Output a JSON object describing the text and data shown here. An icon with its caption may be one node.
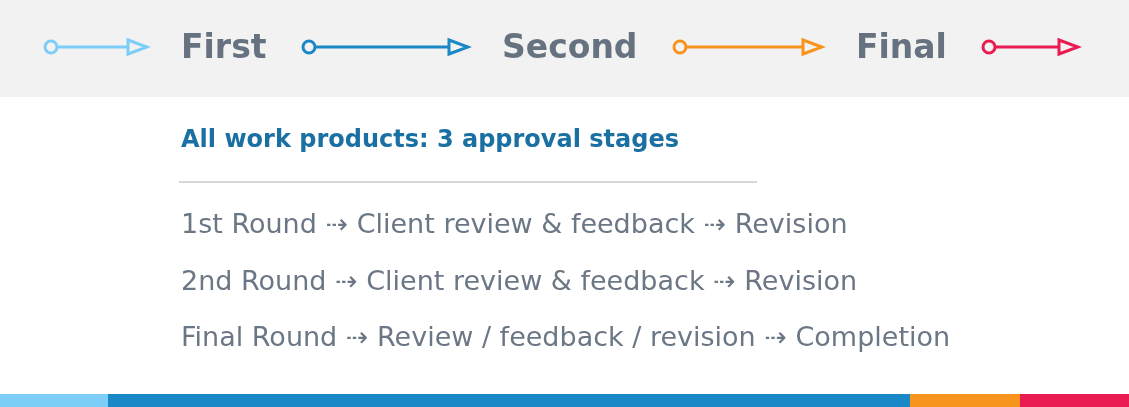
{
  "diagram": {
    "title": "All work products: 3 approval stages",
    "nodes": [
      {
        "text": [
          "First"
        ]
      },
      {
        "text": [
          "Second"
        ]
      },
      {
        "text": [
          "Final"
        ]
      }
    ],
    "edges": [
      {
        "from": null,
        "to": 0,
        "arrow": "to",
        "color": "#7ccdf7"
      },
      {
        "from": 0,
        "to": 1,
        "arrow": "to",
        "color": "#1a87c6"
      },
      {
        "from": 1,
        "to": 2,
        "arrow": "to",
        "color": "#f7941d"
      },
      {
        "from": 2,
        "to": null,
        "arrow": "to",
        "color": "#ea1b52"
      }
    ],
    "labels": [
      "1st Round ⇢ Client review & feedback ⇢ Revision",
      "2nd Round ⇢ Client review & feedback ⇢ Revision",
      "Final Round ⇢ Review / feedback / revision ⇢ Completion"
    ]
  }
}
